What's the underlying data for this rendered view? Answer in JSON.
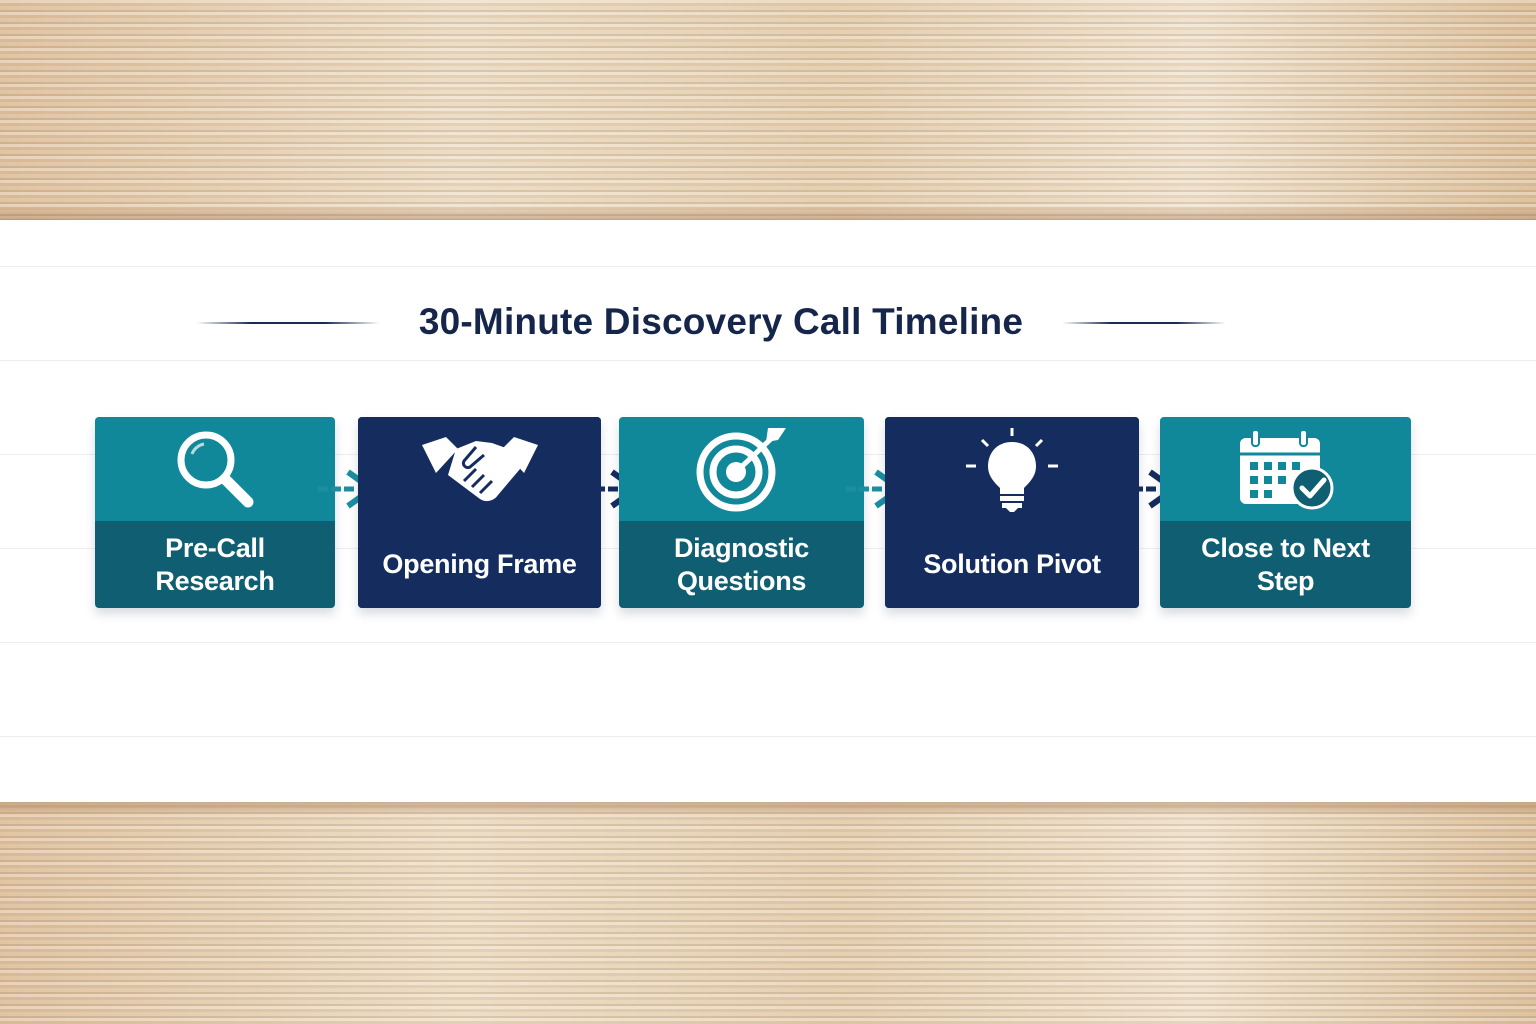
{
  "title": "30-Minute Discovery Call Timeline",
  "colors": {
    "teal_top": "#10889a",
    "teal_bottom": "#0f5e72",
    "navy": "#142c5e",
    "title_text": "#15264a"
  },
  "steps": [
    {
      "label": "Pre-Call Research",
      "icon": "magnifying-glass-icon",
      "style": "teal"
    },
    {
      "label": "Opening Frame",
      "icon": "handshake-icon",
      "style": "navy"
    },
    {
      "label": "Diagnostic Questions",
      "icon": "target-icon",
      "style": "teal"
    },
    {
      "label": "Solution Pivot",
      "icon": "lightbulb-icon",
      "style": "navy"
    },
    {
      "label": "Close to Next Step",
      "icon": "calendar-check-icon",
      "style": "teal"
    }
  ]
}
